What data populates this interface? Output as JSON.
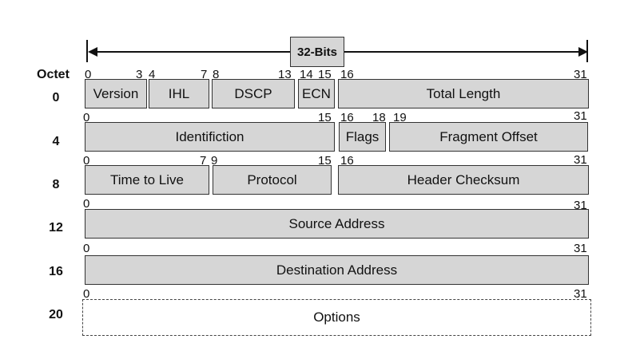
{
  "header": {
    "octet_label": "Octet",
    "width_label": "32-Bits"
  },
  "rows": [
    {
      "octet": "0",
      "bit_labels": [
        "0",
        "3",
        "4",
        "7",
        "8",
        "13",
        "14",
        "15",
        "16",
        "31"
      ],
      "fields": [
        "Version",
        "IHL",
        "DSCP",
        "ECN",
        "Total Length"
      ]
    },
    {
      "octet": "4",
      "bit_labels": [
        "0",
        "15",
        "16",
        "18",
        "19",
        "31"
      ],
      "fields": [
        "Identifiction",
        "Flags",
        "Fragment Offset"
      ]
    },
    {
      "octet": "8",
      "bit_labels": [
        "0",
        "7",
        "9",
        "15",
        "16",
        "31"
      ],
      "fields": [
        "Time to Live",
        "Protocol",
        "Header Checksum"
      ]
    },
    {
      "octet": "12",
      "bit_labels": [
        "0",
        "31"
      ],
      "fields": [
        "Source Address"
      ]
    },
    {
      "octet": "16",
      "bit_labels": [
        "0",
        "31"
      ],
      "fields": [
        "Destination Address"
      ]
    },
    {
      "octet": "20",
      "bit_labels": [
        "0",
        "31"
      ],
      "fields": [
        "Options"
      ]
    }
  ]
}
